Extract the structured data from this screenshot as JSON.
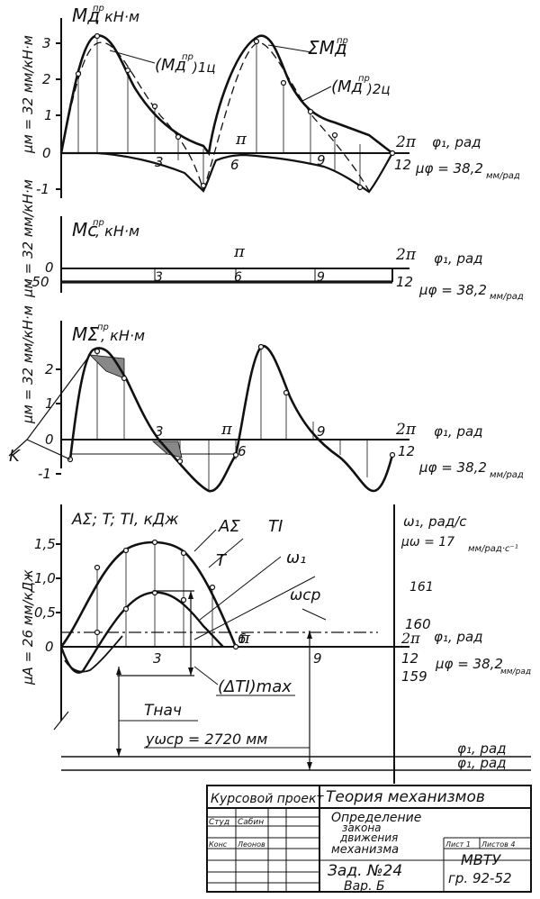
{
  "panel1": {
    "title": "Mд",
    "title_sup": "пр",
    "title_units": ", кН·м",
    "scale": "μм = 32 мм/кН·м",
    "y_ticks": [
      "3",
      "2",
      "1",
      "0",
      "-1"
    ],
    "x_marks": [
      "3",
      "6",
      "9",
      "12"
    ],
    "pi": "π",
    "two_pi": "2π",
    "axis": "φ₁, рад",
    "mu_phi": "μφ = 38,2",
    "mu_phi_units": "мм/рад",
    "curve_label_1": "(Mд",
    "curve_label_1_sup": "пр",
    "curve_label_1_tail": ")1ц",
    "curve_label_sum": "ΣMд",
    "curve_label_sum_sup": "пр",
    "curve_label_2": "(Mд",
    "curve_label_2_sup": "пр",
    "curve_label_2_tail": ")2ц"
  },
  "panel2": {
    "title": "Mс",
    "title_sup": "пр",
    "title_units": ", кН·м",
    "scale": "μм = 32 мм/кН·м",
    "y_ticks": [
      "0",
      "-50"
    ],
    "x_marks": [
      "3",
      "6",
      "9",
      "12"
    ],
    "pi": "π",
    "two_pi": "2π",
    "axis": "φ₁, рад",
    "mu_phi": "μφ = 38,2",
    "mu_phi_units": "мм/рад"
  },
  "panel3": {
    "title": "MΣ",
    "title_sup": "пр",
    "title_units": ", кН·м",
    "scale": "μм = 32 мм/кН·м",
    "y_ticks": [
      "2",
      "1",
      "0",
      "-1"
    ],
    "x_marks": [
      "3",
      "6",
      "9",
      "12"
    ],
    "pi": "π",
    "two_pi": "2π",
    "axis": "φ₁, рад",
    "mu_phi": "μφ = 38,2",
    "mu_phi_units": "мм/рад",
    "point_k": "K"
  },
  "panel4": {
    "title": "AΣ; T; TI, кДж",
    "scale": "μA = 26 мм/кДж",
    "y_ticks": [
      "1,5",
      "1,0",
      "0,5",
      "0"
    ],
    "x_marks": [
      "3",
      "6",
      "9"
    ],
    "pi": "π",
    "label_a": "AΣ",
    "label_t": "T",
    "label_ti": "TI",
    "label_w": "ω₁",
    "label_wcp": "ωср",
    "label_dti": "(ΔTI)max",
    "label_tnach": "Tнач",
    "label_yw": "yωср = 2720 мм",
    "omega_axis": "ω₁, рад/с",
    "mu_omega": "μω = 17",
    "mu_omega_units": "мм/рад·с⁻¹",
    "r_161": "161",
    "r_160": "160",
    "r_2pi": "2π",
    "r_12": "12",
    "r_159": "159",
    "axis": "φ₁, рад",
    "mu_phi": "μφ = 38,2",
    "mu_phi_units": "мм/рад",
    "axis_low_1": "φ₁, рад",
    "axis_low_2": "φ₁, рад"
  },
  "stamp": {
    "course": "Курсовой проект",
    "subject": "Теория механизмов",
    "role_1": "Студ",
    "name_1": "Сабин",
    "role_2": "Конс",
    "name_2": "Леонов",
    "doc_title_1": "Определение",
    "doc_title_2": "закона",
    "doc_title_3": "движения",
    "doc_title_4": "механизма",
    "sheet": "Лист 1",
    "sheets": "Листов 4",
    "org": "МВТУ",
    "group": "гр. 92-52",
    "task": "Зад. №24",
    "variant": "Вар. Б"
  }
}
